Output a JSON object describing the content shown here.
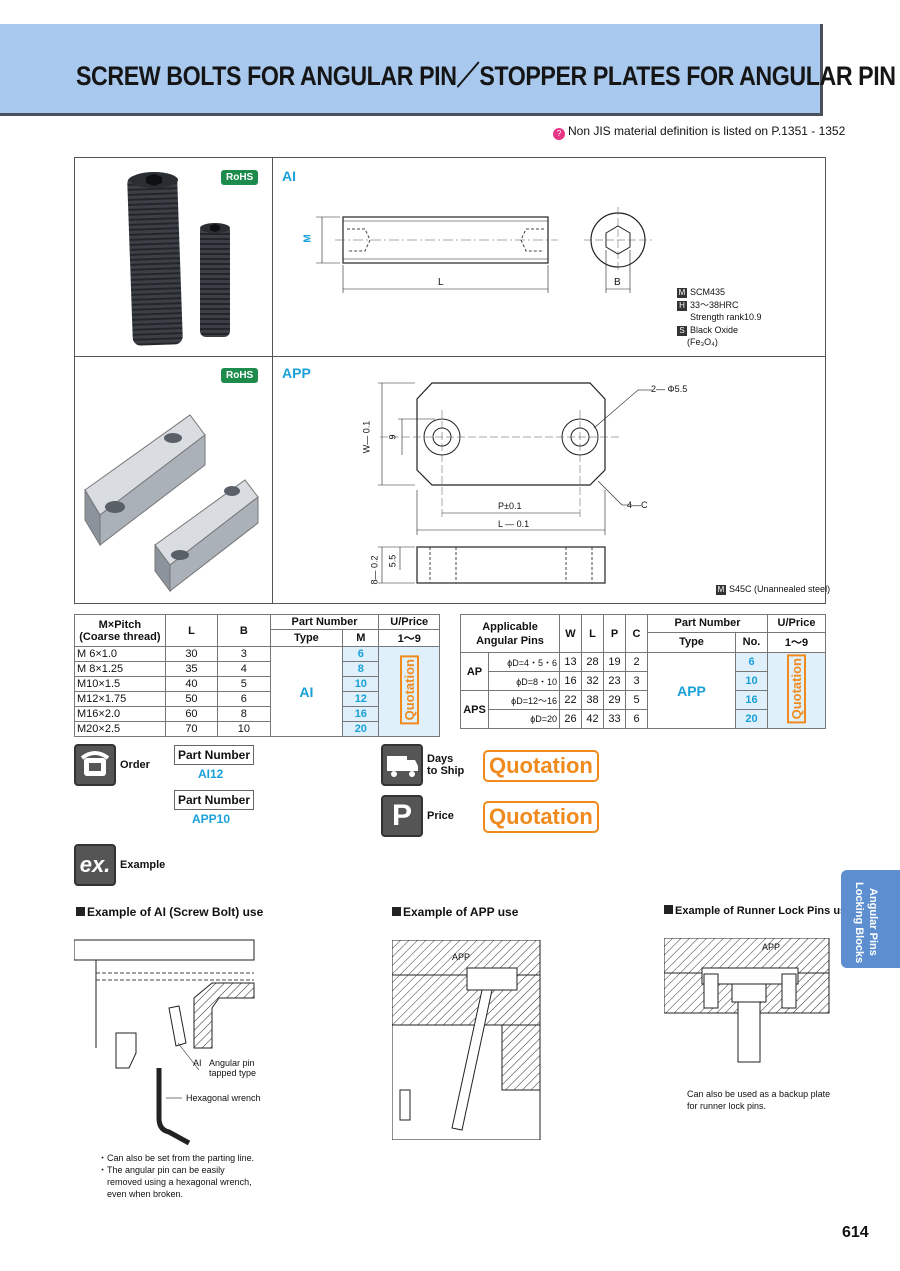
{
  "header": {
    "title": "SCREW BOLTS FOR ANGULAR PIN／STOPPER PLATES FOR ANGULAR PIN",
    "note": "Non JIS material definition is listed on P.1351 - 1352"
  },
  "ai_section": {
    "badge": "RoHS",
    "label": "AI",
    "dim_m": "M",
    "dim_l": "L",
    "dim_b": "B",
    "materials": [
      {
        "key": "M",
        "text": "SCM435"
      },
      {
        "key": "H",
        "text": "33～38HRC"
      },
      {
        "key": "",
        "text": "Strength rank10.9"
      },
      {
        "key": "S",
        "text": "Black Oxide"
      },
      {
        "key": "",
        "text": "(Fe₃O₄)"
      }
    ]
  },
  "app_section": {
    "badge": "RoHS",
    "label": "APP",
    "dim_hole": "2— Φ5.5",
    "dim_c": "4—C",
    "dim_p": "P±0.1",
    "dim_l": "L — 0.1",
    "dim_w": "W— 0.1",
    "dim_9": "9",
    "dim_55": "5.5",
    "dim_8": "8— 0.2",
    "material": "S45C (Unannealed steel)",
    "material_key": "M"
  },
  "table_ai": {
    "headers": {
      "pitch": "M×Pitch\n(Coarse thread)",
      "l": "L",
      "b": "B",
      "part_number": "Part Number",
      "type": "Type",
      "m": "M",
      "uprice": "U/Price",
      "qty": "1～9"
    },
    "type_value": "AI",
    "quotation": "Quotation",
    "rows": [
      {
        "pitch": "M 6×1.0",
        "l": "30",
        "b": "3",
        "m": "6"
      },
      {
        "pitch": "M 8×1.25",
        "l": "35",
        "b": "4",
        "m": "8"
      },
      {
        "pitch": "M10×1.5",
        "l": "40",
        "b": "5",
        "m": "10"
      },
      {
        "pitch": "M12×1.75",
        "l": "50",
        "b": "6",
        "m": "12"
      },
      {
        "pitch": "M16×2.0",
        "l": "60",
        "b": "8",
        "m": "16"
      },
      {
        "pitch": "M20×2.5",
        "l": "70",
        "b": "10",
        "m": "20"
      }
    ]
  },
  "table_app": {
    "headers": {
      "applicable": "Applicable\nAngular Pins",
      "w": "W",
      "l": "L",
      "p": "P",
      "c": "C",
      "part_number": "Part Number",
      "type": "Type",
      "no": "No.",
      "uprice": "U/Price",
      "qty": "1～9"
    },
    "group_ap": "AP",
    "group_aps": "APS",
    "type_value": "APP",
    "quotation": "Quotation",
    "rows": [
      {
        "pin": "ϕD=4・5・6",
        "w": "13",
        "l": "28",
        "p": "19",
        "c": "2",
        "no": "6"
      },
      {
        "pin": "ϕD=8・10",
        "w": "16",
        "l": "32",
        "p": "23",
        "c": "3",
        "no": "10"
      },
      {
        "pin": "ϕD=12～16",
        "w": "22",
        "l": "38",
        "p": "29",
        "c": "5",
        "no": "16"
      },
      {
        "pin": "ϕD=20",
        "w": "26",
        "l": "42",
        "p": "33",
        "c": "6",
        "no": "20"
      }
    ]
  },
  "order": {
    "label": "Order",
    "pn_label_1": "Part Number",
    "pn_value_1": "AI12",
    "pn_label_2": "Part Number",
    "pn_value_2": "APP10",
    "days_label": "Days\nto Ship",
    "days_value": "Quotation",
    "price_label": "Price",
    "price_value": "Quotation",
    "example_label": "Example"
  },
  "examples": {
    "ai_title": "Example of AI (Screw Bolt) use",
    "ai_label_ai": "AI",
    "ai_label_pin": "Angular pin\ntapped type",
    "ai_label_wrench": "Hexagonal wrench",
    "ai_notes": [
      "Can also be set from the parting line.",
      "The angular pin can be easily removed using a hexagonal wrench, even when broken."
    ],
    "app_title": "Example of APP use",
    "app_label": "APP",
    "runner_title": "Example of Runner Lock Pins use",
    "runner_label": "APP",
    "runner_note": "Can also be used as a backup plate for runner lock pins."
  },
  "side_tab": {
    "line1": "Angular Pins",
    "line2": "Locking Blocks"
  },
  "page_number": "614"
}
